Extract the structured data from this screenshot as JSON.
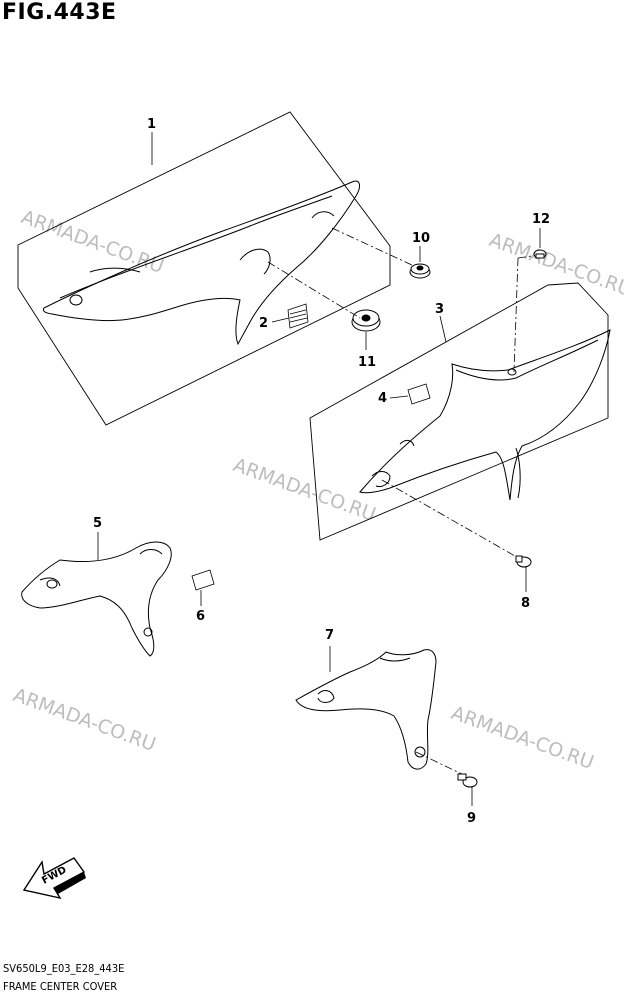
{
  "figure": {
    "title": "FIG.443E"
  },
  "watermark": "ARMADA-CO.RU",
  "callouts": {
    "p1": "1",
    "p2": "2",
    "p3": "3",
    "p4": "4",
    "p5": "5",
    "p6": "6",
    "p7": "7",
    "p8": "8",
    "p9": "9",
    "p10": "10",
    "p11": "11",
    "p12": "12"
  },
  "direction_arrow": {
    "label": "FWD"
  },
  "footer": {
    "model_code": "SV650L9_E03_E28_443E",
    "caption": "FRAME CENTER COVER"
  }
}
